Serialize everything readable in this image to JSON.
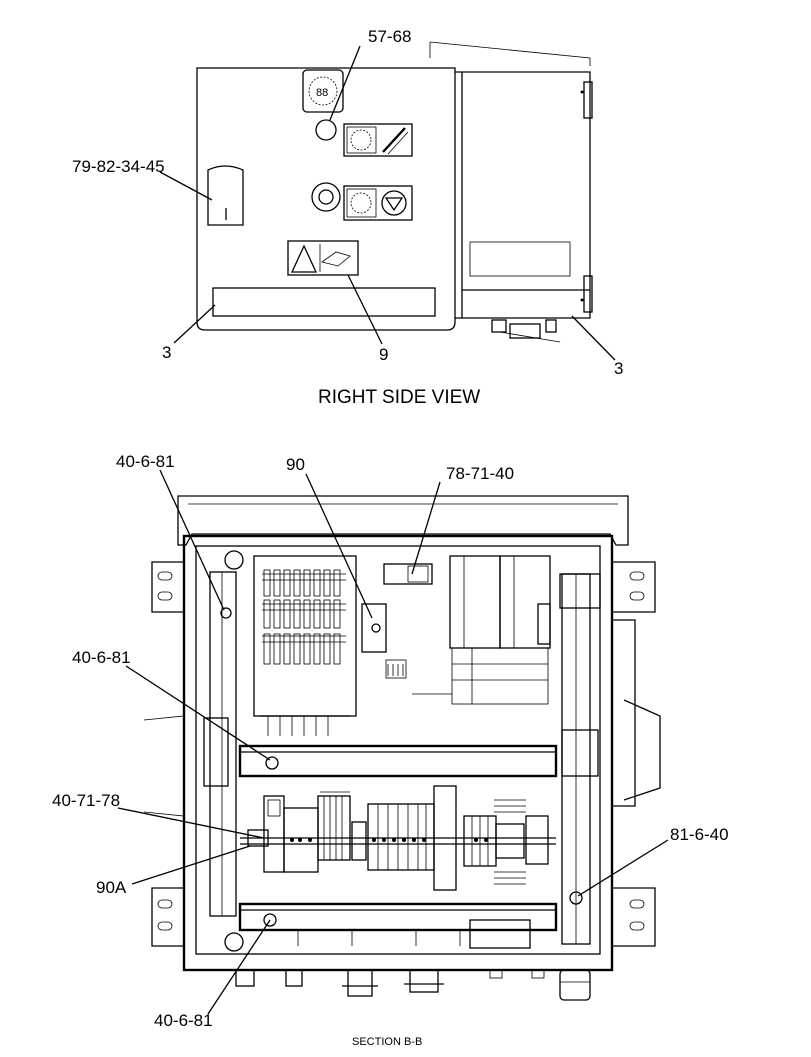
{
  "right_side_view": {
    "title": "RIGHT SIDE VIEW",
    "callouts": [
      "57-68",
      "79-82-34-45",
      "3",
      "9",
      "3"
    ]
  },
  "section_bb": {
    "title": "SECTION B-B",
    "callouts": [
      "40-6-81",
      "90",
      "78-71-40",
      "40-6-81",
      "40-71-78",
      "90A",
      "81-6-40",
      "40-6-81"
    ]
  }
}
